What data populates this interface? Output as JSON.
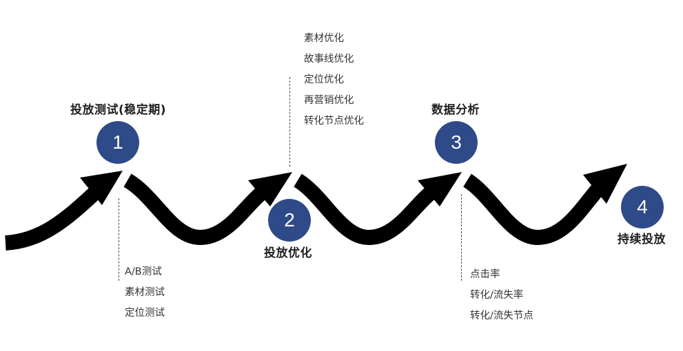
{
  "steps": [
    {
      "number": "1",
      "title": "投放测试(稳定期)",
      "notes": [
        "A/B测试",
        "素材测试",
        "定位测试"
      ]
    },
    {
      "number": "2",
      "title": "投放优化",
      "notes": [
        "素材优化",
        "故事线优化",
        "定位优化",
        "再营销优化",
        "转化节点优化"
      ]
    },
    {
      "number": "3",
      "title": "数据分析",
      "notes": [
        "点击率",
        "转化/流失率",
        "转化/流失节点"
      ]
    },
    {
      "number": "4",
      "title": "持续投放",
      "notes": []
    }
  ],
  "colors": {
    "circle": "#2f4a88",
    "arrow": "#000000"
  }
}
